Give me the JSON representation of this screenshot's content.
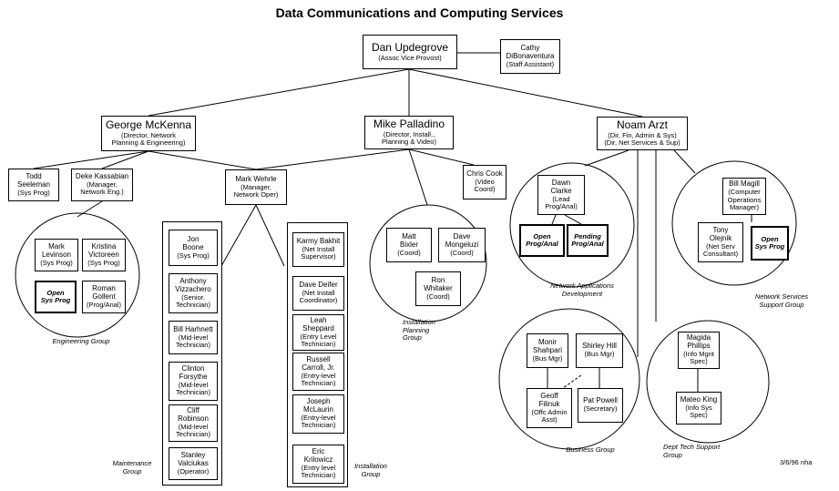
{
  "title": "Data Communications and Computing Services",
  "stamp": "3/6/96 nha",
  "people": {
    "dan": {
      "name": "Dan Updegrove",
      "role": "(Assoc Vice Provost)"
    },
    "cathy": {
      "name": "Cathy\nDiBonaventura",
      "role": "(Staff Assistant)"
    },
    "george": {
      "name": "George McKenna",
      "role": "(Director, Network\nPlanning & Engineering)"
    },
    "mike": {
      "name": "Mike Palladino",
      "role": "(Director, Install.,\nPlanning & Video)"
    },
    "noam": {
      "name": "Noam Arzt",
      "role": "(Dir, Fin, Admin & Sys)\n(Dir, Net Services & Sup)"
    },
    "todd": {
      "name": "Todd\nSeeleman",
      "role": "(Sys Prog)"
    },
    "deke": {
      "name": "Deke Kassabian",
      "role": "(Manager,\nNetwork Eng.)"
    },
    "markw": {
      "name": "Mark Wehrle",
      "role": "(Manager,\nNetwork Oper)"
    },
    "chris": {
      "name": "Chris Cook",
      "role": "(Video\nCoord)"
    },
    "markl": {
      "name": "Mark\nLevinson",
      "role": "(Sys Prog)"
    },
    "kristina": {
      "name": "Kristina\nVictoreen",
      "role": "(Sys Prog)"
    },
    "openeng": {
      "name": "Open\nSys Prog",
      "role": ""
    },
    "roman": {
      "name": "Roman\nGollent",
      "role": "(Prog/Anal)"
    },
    "jon": {
      "name": "Jon\nBoone",
      "role": "(Sys Prog)"
    },
    "anthony": {
      "name": "Anthony\nVizzachero",
      "role": "(Senior.\nTechnician)"
    },
    "bill_h": {
      "name": "Bill Harhnett",
      "role": "(Mid-level\nTechnician)"
    },
    "clinton": {
      "name": "Clinton\nForsythe",
      "role": "(Mid-level\nTechnician)"
    },
    "cliff": {
      "name": "Cliff\nRobinson",
      "role": "(Mid-level\nTechnician)"
    },
    "stanley": {
      "name": "Stanley\nValciukas",
      "role": "(Operator)"
    },
    "karmy": {
      "name": "Karmy Bakhit",
      "role": "(Net Install\nSupervisor)"
    },
    "daved": {
      "name": "Dave Deifer",
      "role": "(Net Install\nCoordinator)"
    },
    "leah": {
      "name": "Leah\nSheppard",
      "role": "(Entry Level\nTechnician)"
    },
    "russell": {
      "name": "Russell\nCarroll, Jr.",
      "role": "(Entry-level\nTechnician)"
    },
    "joseph": {
      "name": "Joseph\nMcLaurin",
      "role": "(Entry-level\nTechnician)"
    },
    "eric": {
      "name": "Eric\nKrilowicz",
      "role": "(Entry level\nTechnician)"
    },
    "matt": {
      "name": "Matt\nBixler",
      "role": "(Coord)"
    },
    "davem": {
      "name": "Dave\nMongeluzi",
      "role": "(Coord)"
    },
    "ron": {
      "name": "Ron\nWhitaker",
      "role": "(Coord)"
    },
    "dawn": {
      "name": "Dawn\nClarke",
      "role": "(Lead\nProg/Anal)"
    },
    "openprog": {
      "name": "Open\nProg/Anal",
      "role": ""
    },
    "pending": {
      "name": "Pending\nProg/Anal",
      "role": ""
    },
    "billm": {
      "name": "Bill Magill",
      "role": "(Computer\nOperations\nManager)"
    },
    "tony": {
      "name": "Tony\nOlejnik",
      "role": "(Net Serv\nConsultant)"
    },
    "opensys": {
      "name": "Open\nSys Prog",
      "role": ""
    },
    "monir": {
      "name": "Monir\nShahpari",
      "role": "(Bus Mgr)"
    },
    "shirley": {
      "name": "Shirley Hill",
      "role": "(Bus Mgr)"
    },
    "geoff": {
      "name": "Geoff\nFilinuk",
      "role": "(Offc Admin\nAsst)"
    },
    "pat": {
      "name": "Pat Powell",
      "role": "(Secretary)"
    },
    "magida": {
      "name": "Magida\nPhillips",
      "role": "(Info Mgnt\nSpec)"
    },
    "mateo": {
      "name": "Mateo King",
      "role": "(Info Sys\nSpec)"
    }
  },
  "groups": {
    "engineering": "Engineering Group",
    "maintenance": "Maintenance\nGroup",
    "installation": "Installation\nGroup",
    "planning": "Installation\nPlanning\nGroup",
    "netapps": "Network Applications\nDevelopment",
    "netserv": "Network Services\nSupport Group",
    "business": "Business Group",
    "depttech": "Dept Tech Support\nGroup"
  }
}
